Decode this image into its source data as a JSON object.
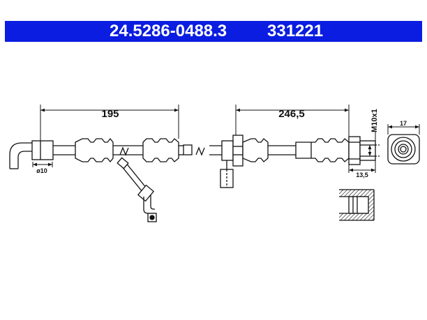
{
  "header": {
    "part_number": "24.5286-0488.3",
    "article_number": "331221",
    "background_color": "#0a1de0",
    "text_color": "#ffffff"
  },
  "dimensions": {
    "length_left": "195",
    "length_right": "246,5",
    "fitting_diameter": "ø10",
    "thread_length": "13,5",
    "thread_spec": "M10x1",
    "hex_width": "17"
  }
}
